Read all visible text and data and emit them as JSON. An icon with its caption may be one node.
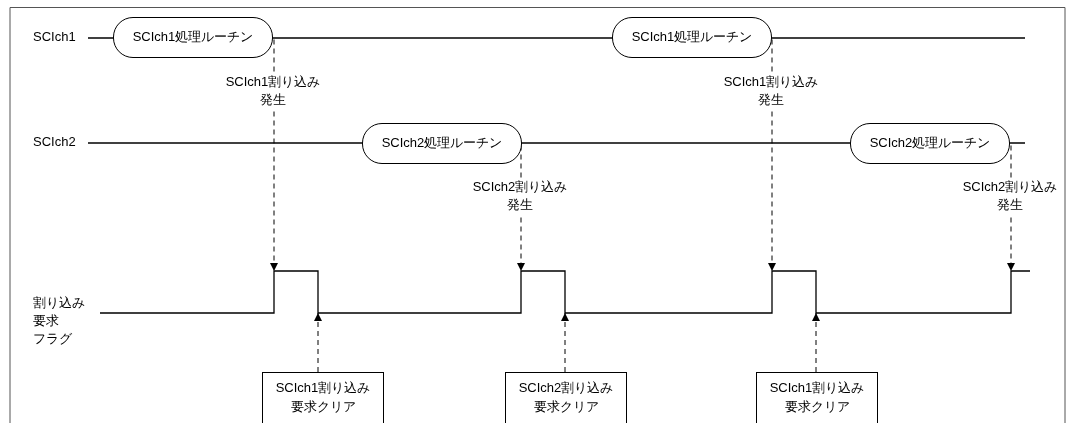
{
  "diagram": {
    "nodes": [
      {
        "text": [
          "SCIch1処理ルーチン"
        ]
      },
      {
        "text": [
          "SCIch2処理ルーチン"
        ]
      },
      {
        "text": [
          "SCIch1処理ルーチン"
        ]
      },
      {
        "text": [
          "SCIch2処理ルーチン"
        ]
      },
      {
        "text": [
          "SCIch1割り込み要求クリア"
        ]
      },
      {
        "text": [
          "SCIch2割り込み要求クリア"
        ]
      },
      {
        "text": [
          "SCIch1割り込み要求クリア"
        ]
      },
      {
        "text": [],
        "shape": "waveform"
      }
    ],
    "edges": [
      {
        "from": 0,
        "to": 7,
        "arrow": "to",
        "style": "dashed",
        "label": "SCIch1割り込み発生"
      },
      {
        "from": 1,
        "to": 7,
        "arrow": "to",
        "style": "dashed",
        "label": "SCIch2割り込み発生"
      },
      {
        "from": 2,
        "to": 7,
        "arrow": "to",
        "style": "dashed",
        "label": "SCIch1割り込み発生"
      },
      {
        "from": 3,
        "to": 7,
        "arrow": "to",
        "style": "dashed",
        "label": "SCIch2割り込み発生"
      },
      {
        "from": 4,
        "to": 7,
        "arrow": "to",
        "style": "dashed"
      },
      {
        "from": 5,
        "to": 7,
        "arrow": "to",
        "style": "dashed"
      },
      {
        "from": 6,
        "to": 7,
        "arrow": "to",
        "style": "dashed"
      }
    ],
    "labels": [
      "SCIch1",
      "SCIch2",
      "割り込み",
      "要求",
      "フラグ"
    ]
  }
}
